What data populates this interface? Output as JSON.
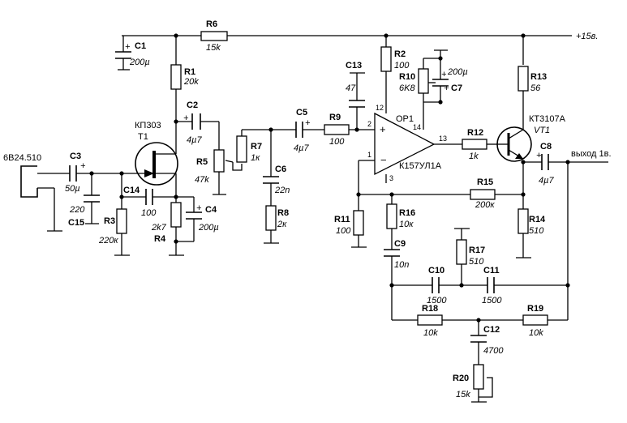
{
  "supply_label": "+15в.",
  "input_label": "6В24.510",
  "output_label": "выход 1в.",
  "components": {
    "C1": {
      "name": "C1",
      "value": "200µ"
    },
    "R6": {
      "name": "R6",
      "value": "15k"
    },
    "R1": {
      "name": "R1",
      "value": "20k"
    },
    "C2": {
      "name": "C2",
      "value": "4µ7"
    },
    "T1": {
      "name": "T1",
      "type": "КП303"
    },
    "C3": {
      "name": "C3",
      "value": "50µ"
    },
    "C15": {
      "name": "C15",
      "value": "220"
    },
    "R3": {
      "name": "R3",
      "value": "220к"
    },
    "C14": {
      "name": "C14",
      "value": "100"
    },
    "R4": {
      "name": "R4",
      "value": "2k7"
    },
    "C4": {
      "name": "C4",
      "value": "200µ"
    },
    "R5": {
      "name": "R5",
      "value": "47k"
    },
    "R7": {
      "name": "R7",
      "value": "1к"
    },
    "C6": {
      "name": "C6",
      "value": "22n"
    },
    "R8": {
      "name": "R8",
      "value": "2к"
    },
    "C5": {
      "name": "C5",
      "value": "4µ7"
    },
    "R9": {
      "name": "R9",
      "value": "100"
    },
    "C13": {
      "name": "C13",
      "value": "47"
    },
    "R2": {
      "name": "R2",
      "value": "100"
    },
    "R10": {
      "name": "R10",
      "value": "6K8"
    },
    "C7": {
      "name": "C7",
      "value": "200µ"
    },
    "OP1": {
      "name": "OP1",
      "type": "К157УЛ1А",
      "pins": [
        "12",
        "2",
        "14",
        "13",
        "1",
        "3"
      ]
    },
    "R12": {
      "name": "R12",
      "value": "1k"
    },
    "R13": {
      "name": "R13",
      "value": "56"
    },
    "VT1": {
      "name": "VT1",
      "type": "КТ3107А"
    },
    "C8": {
      "name": "C8",
      "value": "4µ7"
    },
    "R15": {
      "name": "R15",
      "value": "200к"
    },
    "R14": {
      "name": "R14",
      "value": "510"
    },
    "R11": {
      "name": "R11",
      "value": "100"
    },
    "R16": {
      "name": "R16",
      "value": "10к"
    },
    "C9": {
      "name": "C9",
      "value": "10n"
    },
    "R17": {
      "name": "R17",
      "value": "510"
    },
    "C10": {
      "name": "C10",
      "value": "1500"
    },
    "C11": {
      "name": "C11",
      "value": "1500"
    },
    "R18": {
      "name": "R18",
      "value": "10k"
    },
    "R19": {
      "name": "R19",
      "value": "10k"
    },
    "C12": {
      "name": "C12",
      "value": "4700"
    },
    "R20": {
      "name": "R20",
      "value": "15k"
    }
  }
}
